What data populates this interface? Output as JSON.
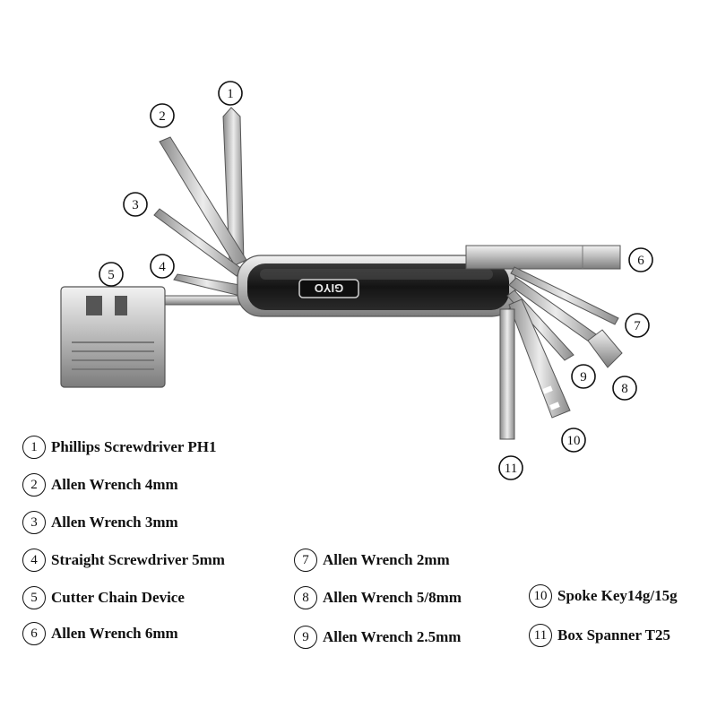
{
  "brand": "GIYO",
  "callouts": [
    {
      "n": "1"
    },
    {
      "n": "2"
    },
    {
      "n": "3"
    },
    {
      "n": "4"
    },
    {
      "n": "5"
    },
    {
      "n": "6"
    },
    {
      "n": "7"
    },
    {
      "n": "8"
    },
    {
      "n": "9"
    },
    {
      "n": "10"
    },
    {
      "n": "11"
    }
  ],
  "legend": [
    {
      "n": "1",
      "label": "Phillips Screwdriver PH1"
    },
    {
      "n": "2",
      "label": "Allen Wrench 4mm"
    },
    {
      "n": "3",
      "label": "Allen Wrench 3mm"
    },
    {
      "n": "4",
      "label": "Straight Screwdriver 5mm"
    },
    {
      "n": "5",
      "label": "Cutter Chain Device"
    },
    {
      "n": "6",
      "label": "Allen Wrench 6mm"
    },
    {
      "n": "7",
      "label": "Allen Wrench 2mm"
    },
    {
      "n": "8",
      "label": "Allen Wrench 5/8mm"
    },
    {
      "n": "9",
      "label": "Allen Wrench 2.5mm"
    },
    {
      "n": "10",
      "label": "Spoke Key14g/15g"
    },
    {
      "n": "11",
      "label": "Box Spanner T25"
    }
  ]
}
